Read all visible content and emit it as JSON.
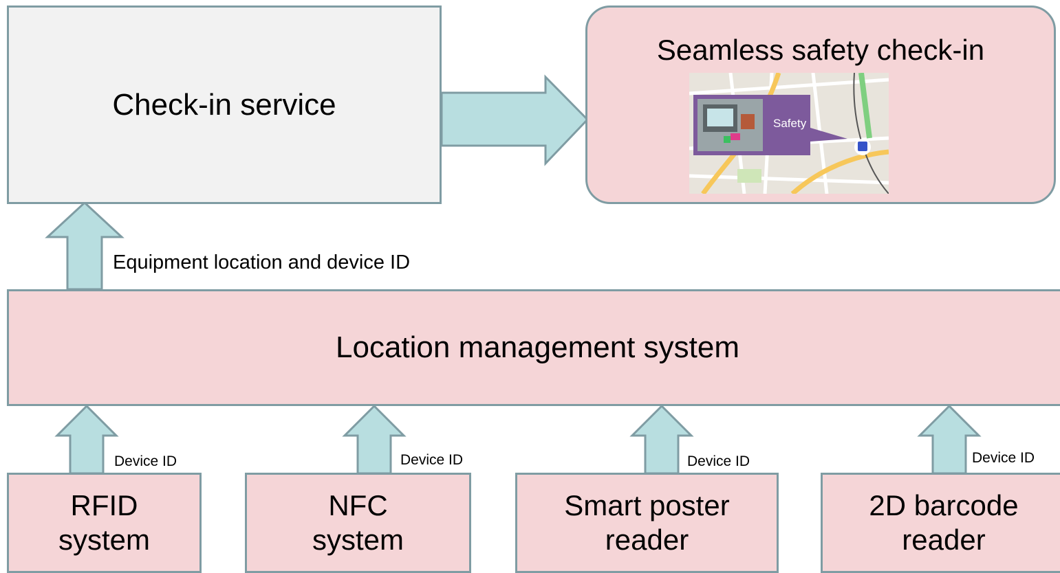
{
  "check_in_service": "Check-in service",
  "seamless": {
    "title": "Seamless safety check-in",
    "bubble_label": "Safety"
  },
  "equipment_label": "Equipment  location and device ID",
  "location_management": "Location management system",
  "sources": [
    {
      "line1": "RFID",
      "line2": "system",
      "arrow_label": "Device ID"
    },
    {
      "line1": "NFC",
      "line2": "system",
      "arrow_label": "Device ID"
    },
    {
      "line1": "Smart poster",
      "line2": "reader",
      "arrow_label": "Device ID"
    },
    {
      "line1": "2D barcode",
      "line2": "reader",
      "arrow_label": "Device ID"
    }
  ],
  "colors": {
    "box_pink": "#f5d5d7",
    "box_gray": "#f2f2f2",
    "border": "#7f9ca3",
    "arrow_fill": "#b8dee0",
    "bubble": "#7d5a9c"
  }
}
